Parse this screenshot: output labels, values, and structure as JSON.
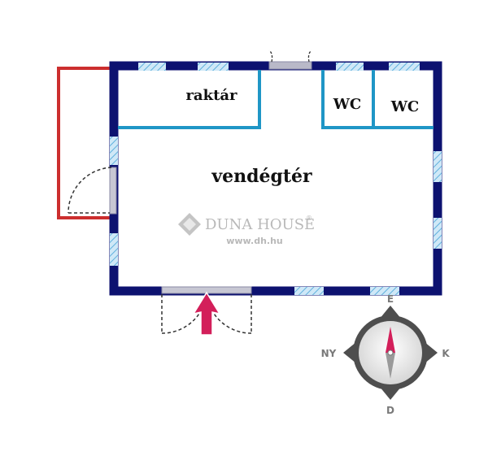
{
  "rooms": {
    "storage": "raktár",
    "wc1": "WC",
    "wc2": "WC",
    "main": "vendégtér"
  },
  "watermark": {
    "brand": "DUNA HOUSE",
    "registered": "®",
    "url": "www.dh.hu"
  },
  "compass": {
    "north": "E",
    "south": "D",
    "east": "K",
    "west": "NY"
  },
  "colors": {
    "wall": "#0d1270",
    "partition": "#1f96c6",
    "terrace": "#cc2e2e",
    "window": "#8ec9ec",
    "entrance_arrow": "#d31f5a",
    "compass_ring": "#4e4e4e",
    "compass_needle_north": "#d31f5a",
    "watermark": "#b9b9b9"
  },
  "icons": {
    "entrance": "entrance-arrow-icon",
    "compass": "compass-rose-icon",
    "logo": "duna-house-logo-icon"
  }
}
